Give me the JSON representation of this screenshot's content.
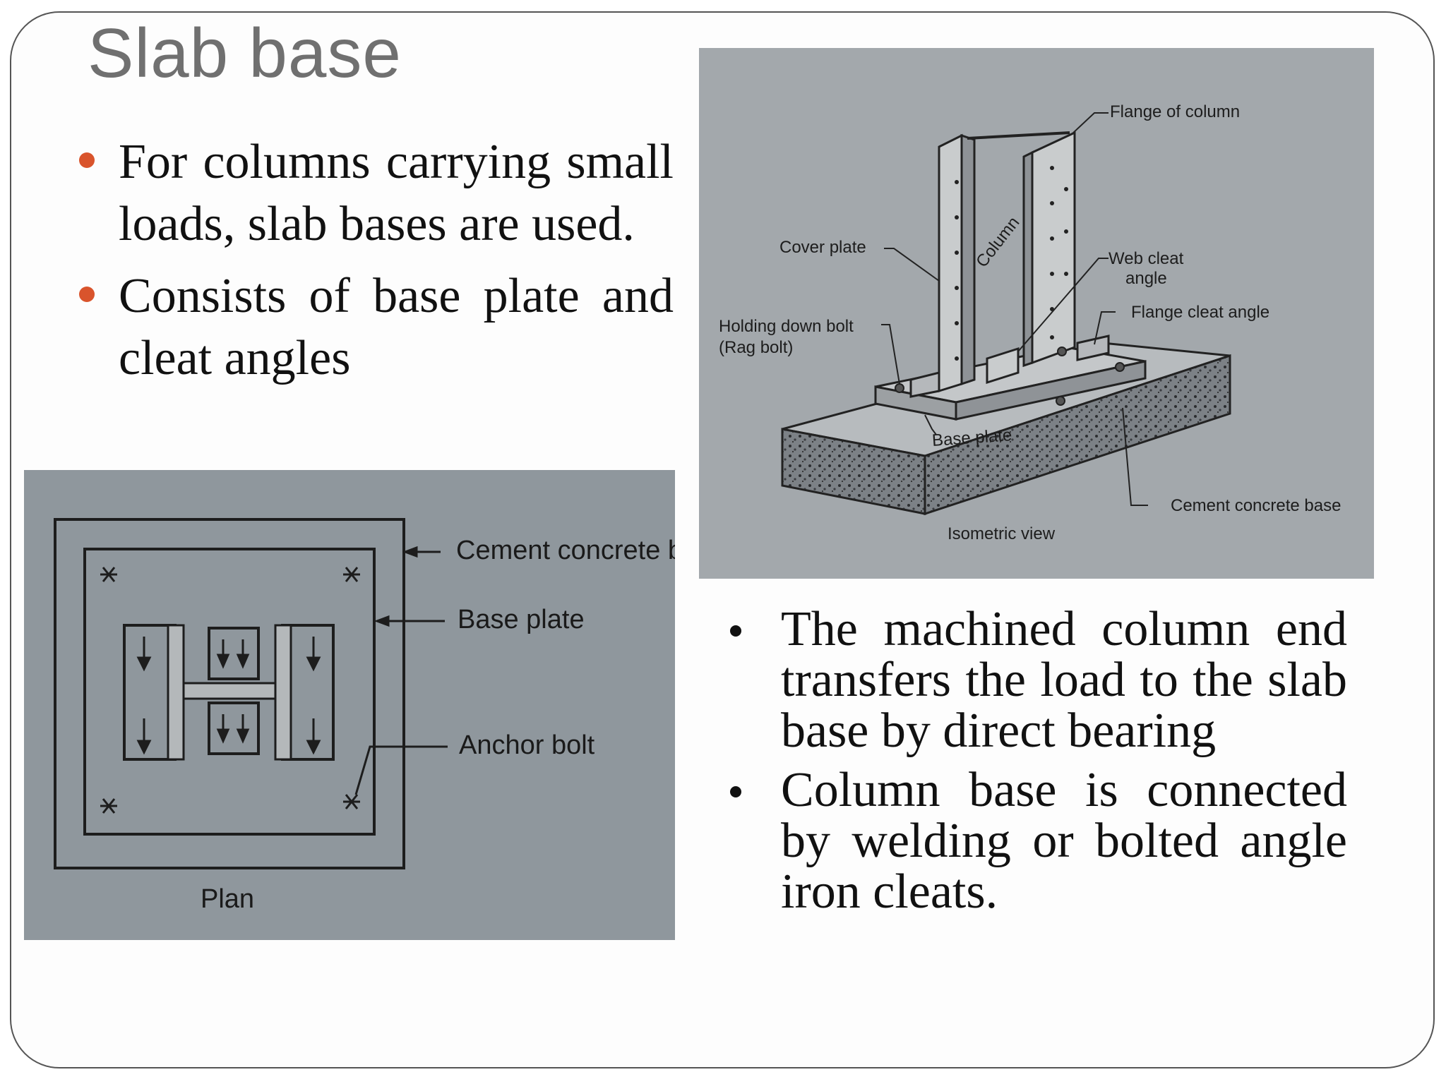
{
  "slide": {
    "title": "Slab base",
    "left_bullets": [
      "For columns carrying small loads, slab bases are used.",
      "Consists of base plate and cleat angles"
    ],
    "right_bullets": [
      "The machined column end transfers the load to the slab base by direct bearing",
      "Column base is connected by welding or bolted angle iron cleats."
    ],
    "accent_color": "#d9542c"
  },
  "isometric_figure": {
    "labels": {
      "flange": "Flange of column",
      "cover_plate": "Cover plate",
      "column": "Column",
      "web_cleat_1": "Web cleat",
      "web_cleat_2": "angle",
      "flange_cleat": "Flange cleat angle",
      "holding_bolt_1": "Holding down bolt",
      "holding_bolt_2": "(Rag bolt)",
      "base_plate": "Base plate",
      "concrete_base": "Cement concrete base",
      "caption": "Isometric view"
    }
  },
  "plan_figure": {
    "labels": {
      "concrete": "Cement concrete b",
      "base_plate": "Base plate",
      "anchor_bolt": "Anchor bolt",
      "caption": "Plan"
    }
  }
}
